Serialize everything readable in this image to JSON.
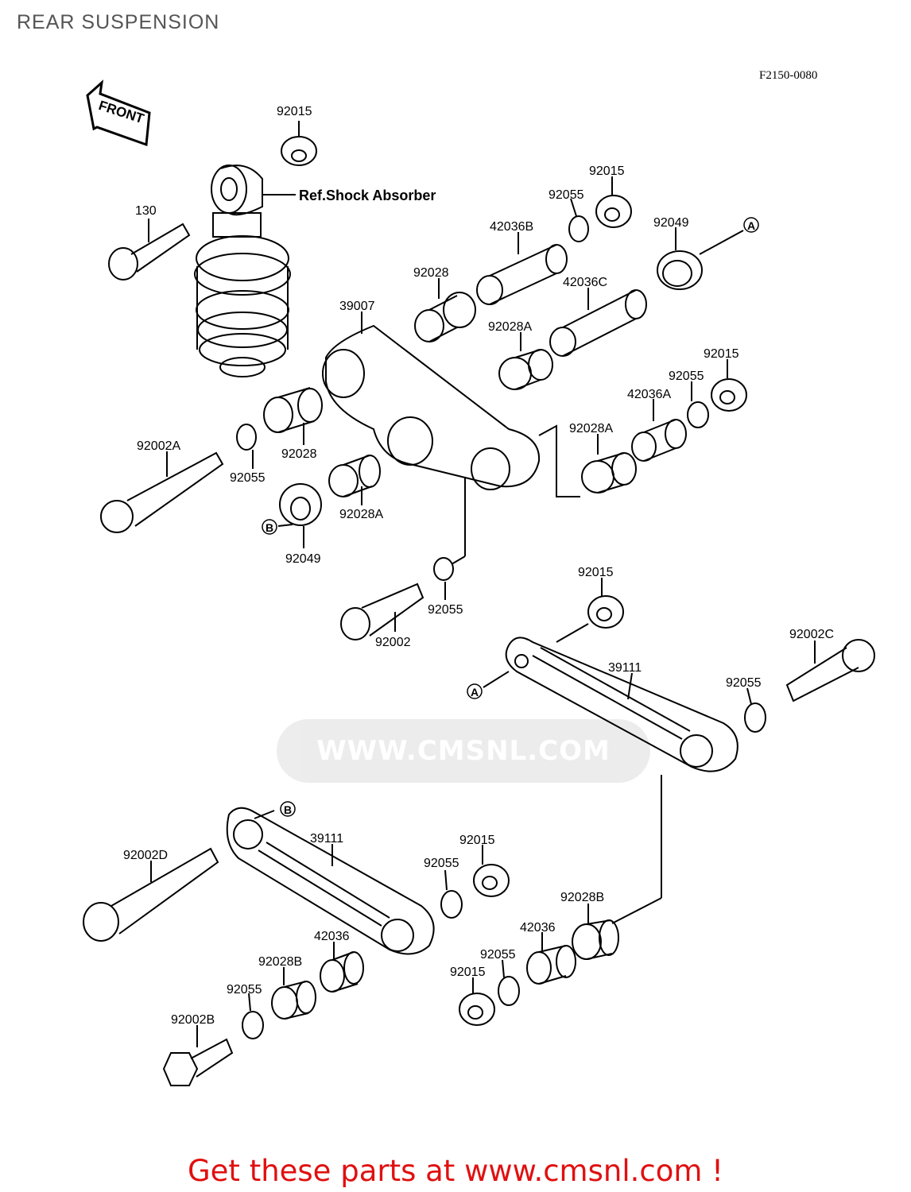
{
  "header": {
    "title": "REAR SUSPENSION",
    "diagram_ref": "F2150-0080"
  },
  "diagram": {
    "front_label": "FRONT",
    "ref_shock_label": "Ref.Shock Absorber",
    "markers": [
      "A",
      "B"
    ],
    "parts": [
      "92015",
      "130",
      "92055",
      "42036B",
      "92049",
      "92028",
      "42036C",
      "39007",
      "92028A",
      "42036A",
      "92002A",
      "92028",
      "92055",
      "92028A",
      "92049",
      "92055",
      "92002",
      "39111",
      "92002C",
      "92002D",
      "39111",
      "92015",
      "92055",
      "92028B",
      "42036",
      "92055",
      "92015",
      "92028B",
      "92055",
      "92002B",
      "92015",
      "92015",
      "92055",
      "92015"
    ]
  },
  "watermark": {
    "text": "WWW.CMSNL.COM"
  },
  "footer": {
    "cta": "Get these parts at www.cmsnl.com !",
    "cta_color": "#e01010"
  }
}
